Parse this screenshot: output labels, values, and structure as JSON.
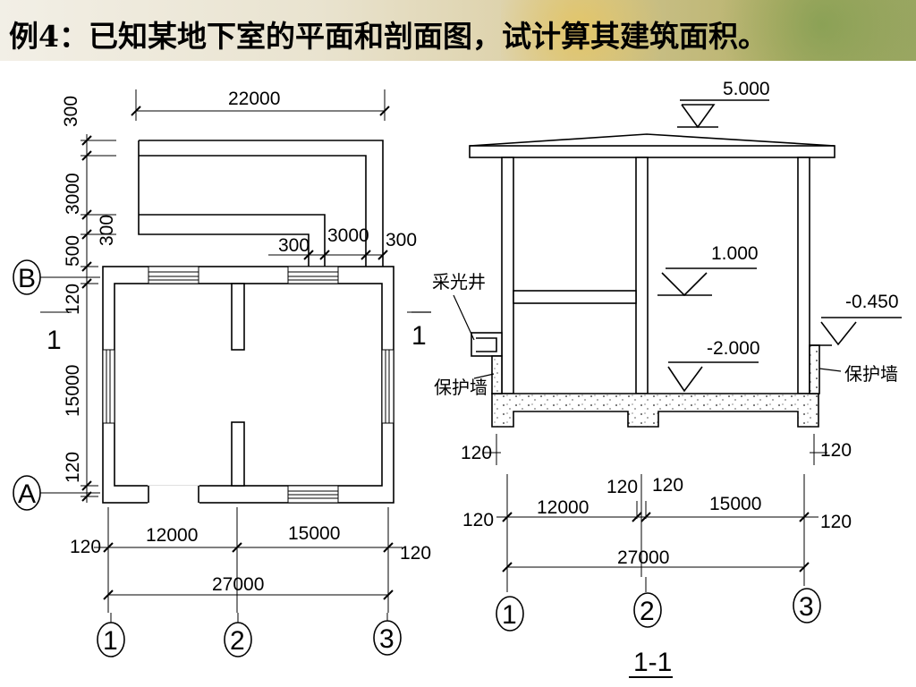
{
  "title": "例4：已知某地下室的平面和剖面图，试计算其建筑面积。",
  "plan": {
    "dims": {
      "top_width": "22000",
      "left_300_top": "300",
      "left_3000": "3000",
      "left_300_mid": "300",
      "left_500": "500",
      "left_120_top": "120",
      "left_15000": "15000",
      "left_120_bottom": "120",
      "stair_300_left": "300",
      "stair_3000": "3000",
      "stair_300_right": "300",
      "bottom_12000": "12000",
      "bottom_15000": "15000",
      "bottom_120_left": "120",
      "bottom_120_right": "120",
      "bottom_27000": "27000"
    },
    "axes": {
      "B": "B",
      "A": "A",
      "one": "1",
      "two": "2",
      "three": "3"
    },
    "section_mark": "1"
  },
  "section": {
    "elevations": {
      "top": "5.000",
      "mid": "1.000",
      "floor": "-2.000",
      "ground": "-0.450"
    },
    "labels": {
      "skylight_well": "采光井",
      "retaining_wall_left": "保护墙",
      "retaining_wall_right": "保护墙"
    },
    "section_mark": "1",
    "dims": {
      "left_120_a": "120",
      "right_120_a": "120",
      "mid_120_left": "120",
      "mid_120_right": "120",
      "d_12000": "12000",
      "d_15000": "15000",
      "left_120_b": "120",
      "right_120_b": "120",
      "d_27000": "27000"
    },
    "axes": {
      "one": "1",
      "two": "2",
      "three": "3"
    },
    "caption": "1-1"
  }
}
